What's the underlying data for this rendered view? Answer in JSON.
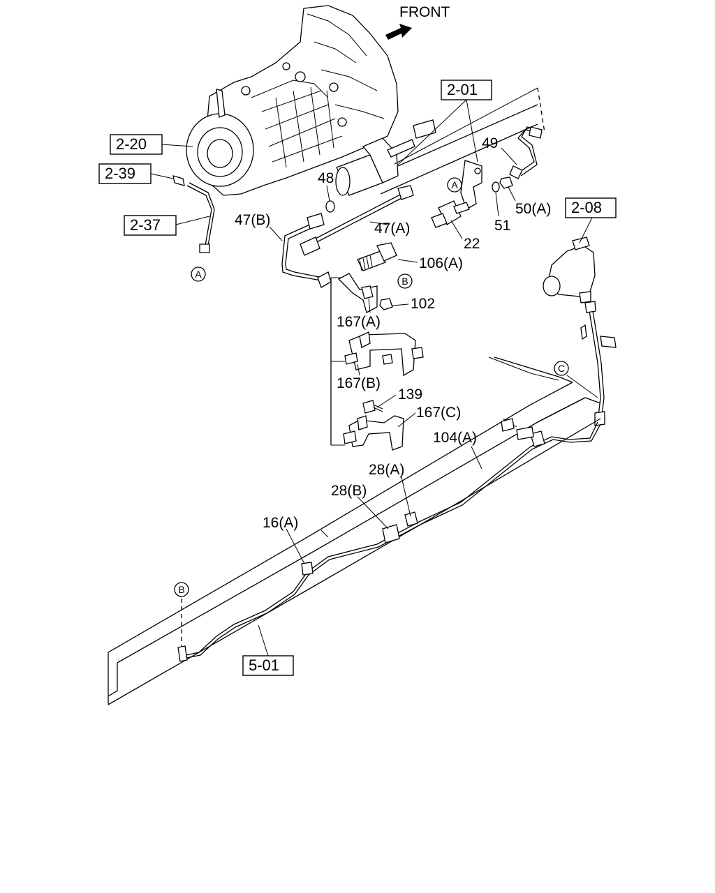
{
  "direction": {
    "label": "FRONT"
  },
  "ref_boxes": [
    "2-01",
    "2-20",
    "2-39",
    "2-37",
    "2-08",
    "5-01"
  ],
  "part_labels": [
    "48",
    "47(B)",
    "47(A)",
    "49",
    "50(A)",
    "51",
    "22",
    "106(A)",
    "102",
    "167(A)",
    "167(B)",
    "139",
    "167(C)",
    "104(A)",
    "28(A)",
    "28(B)",
    "16(A)"
  ],
  "connection_markers": [
    "A",
    "A",
    "B",
    "B",
    "C"
  ]
}
